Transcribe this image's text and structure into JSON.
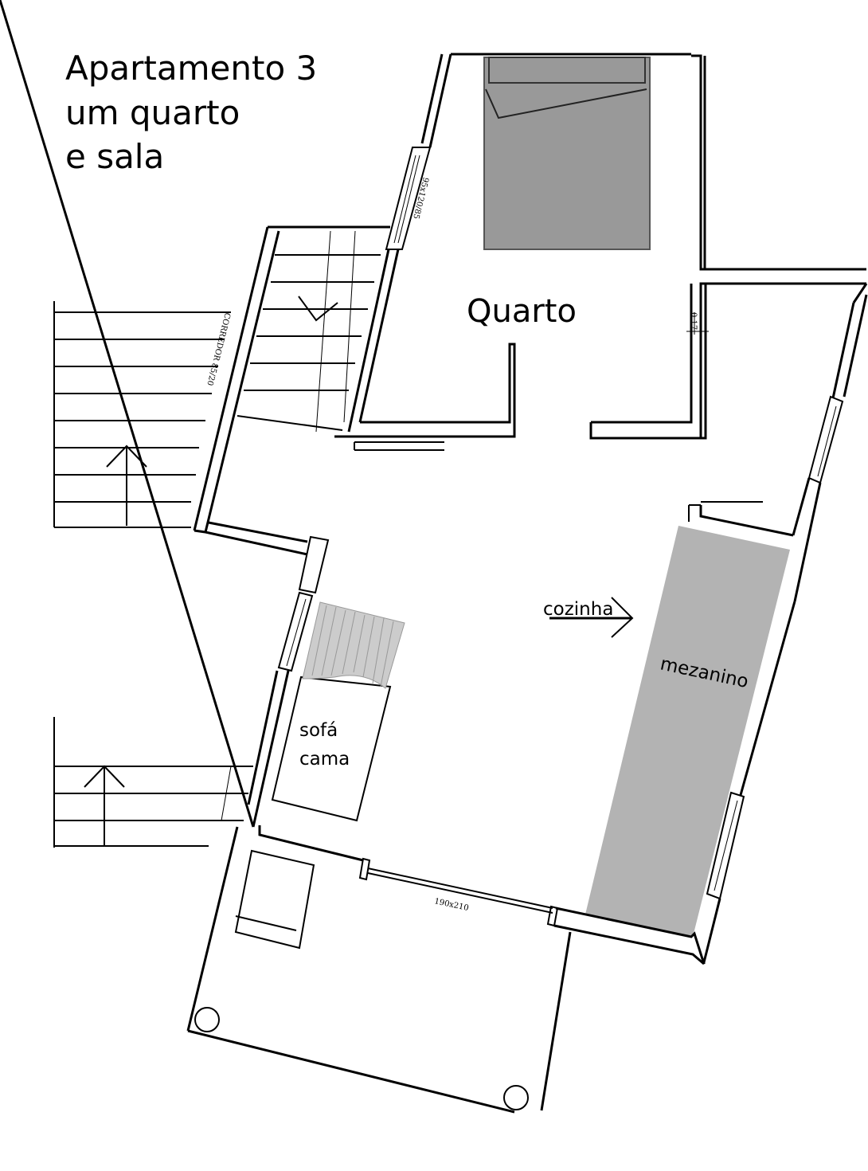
{
  "title": {
    "line1": "Apartamento 3",
    "line2": "um quarto",
    "line3": "e sala"
  },
  "rooms": {
    "bedroom": "Quarto",
    "kitchen": "cozinha",
    "mezzanine": "mezanino",
    "sofa_line1": "sofá",
    "sofa_line2": "cama"
  },
  "annotations": {
    "window_top": "95x120/85",
    "corridor": "CORREDOR 85/20",
    "door_size": "190x210",
    "wall_height": "0.17"
  },
  "colors": {
    "bed": "#999999",
    "mezzanine": "#b3b3b3",
    "wall": "#000000"
  }
}
